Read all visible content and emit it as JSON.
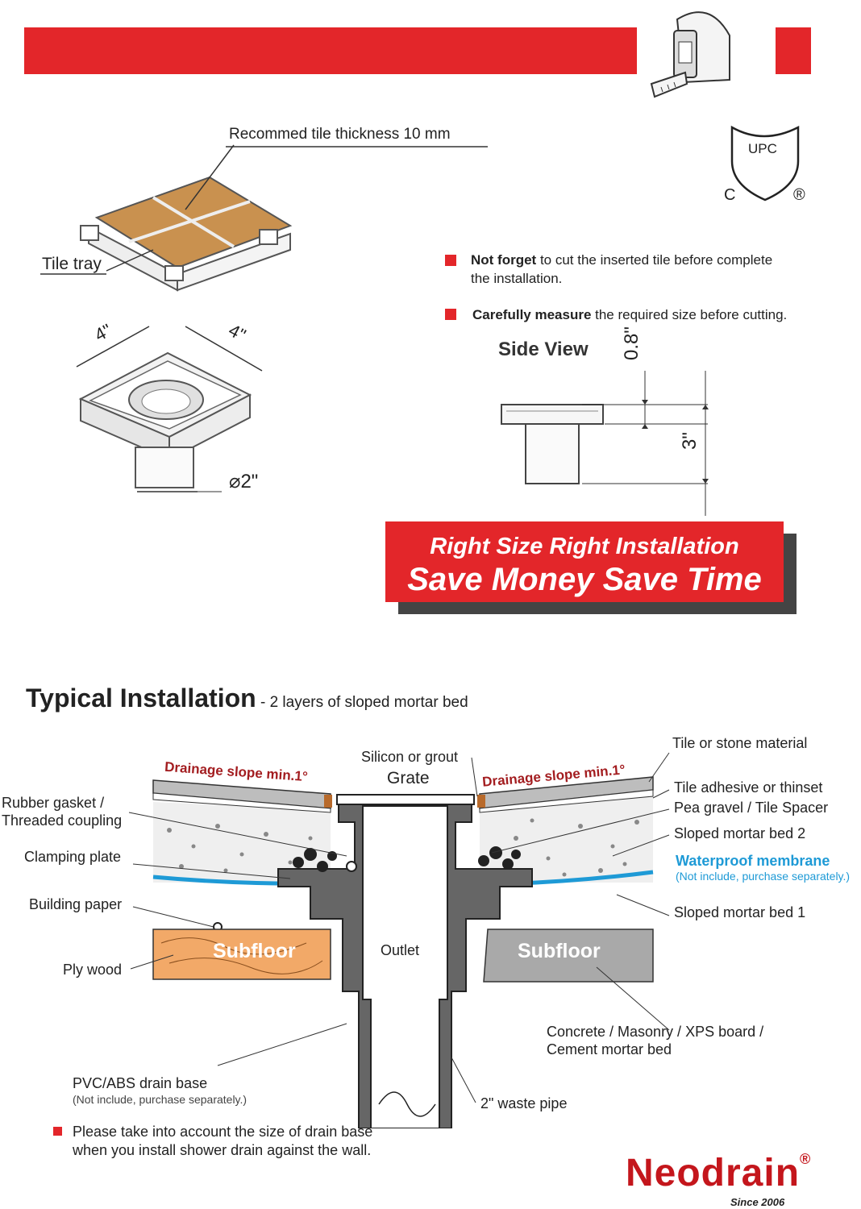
{
  "header": {
    "title": "Important size of 4\"  Tile-in Square Drain"
  },
  "cert": {
    "mark_text": "UPC",
    "c_letter": "C",
    "registered": "®"
  },
  "top_diagram": {
    "tile_thickness_label": "Recommed tile thickness 10 mm",
    "tile_tray_label": "Tile tray",
    "width_label_1": "4\"",
    "width_label_2": "4\"",
    "diameter_label": "⌀2\""
  },
  "notes": [
    {
      "bold": "Not forget",
      "rest": " to cut the inserted tile before complete",
      "line2": "the installation."
    },
    {
      "bold": "Carefully measure",
      "rest": " the required size before cutting.",
      "line2": ""
    }
  ],
  "side_view": {
    "title": "Side View",
    "dim_top": "0.8\"",
    "dim_body": "3\""
  },
  "promo": {
    "line1": "Right Size Right Installation",
    "line2": "Save Money Save Time"
  },
  "installation": {
    "title_bold": "Typical Installation",
    "title_rest": " - 2 layers of sloped mortar bed",
    "labels": {
      "tile_or_stone": "Tile or stone material",
      "silicon_grout": "Silicon or grout",
      "grate": "Grate",
      "slope_left": "Drainage slope min.1°",
      "slope_right": "Drainage slope min.1°",
      "tile_adhesive": "Tile adhesive or thinset",
      "pea_gravel": "Pea gravel / Tile Spacer",
      "sloped_bed_2": "Sloped mortar bed 2",
      "waterproof": "Waterproof membrane",
      "waterproof_note": "(Not include, purchase separately.)",
      "sloped_bed_1": "Sloped mortar bed 1",
      "rubber_gasket": "Rubber gasket /",
      "threaded_coupling": "Threaded coupling",
      "clamping_plate": "Clamping plate",
      "building_paper": "Building paper",
      "ply_wood": "Ply wood",
      "subfloor_left": "Subfloor",
      "subfloor_right": "Subfloor",
      "outlet": "Outlet",
      "concrete_line1": "Concrete / Masonry  / XPS board /",
      "concrete_line2": "Cement mortar bed",
      "pvc_base": "PVC/ABS drain base",
      "pvc_note": "(Not include, purchase separately.)",
      "waste_pipe": "2\" waste pipe"
    },
    "footer_note_line1": "Please take into account the size of drain base",
    "footer_note_line2": "when you install shower drain against the wall."
  },
  "brand": {
    "name": "Neodrain",
    "registered": "®",
    "since": "Since 2006"
  },
  "colors": {
    "brand_red": "#e3262a",
    "slope_red": "#a31d20",
    "membrane_blue": "#1e9ad6",
    "plywood": "#f2a968",
    "concrete_gray": "#a9a9a9"
  }
}
